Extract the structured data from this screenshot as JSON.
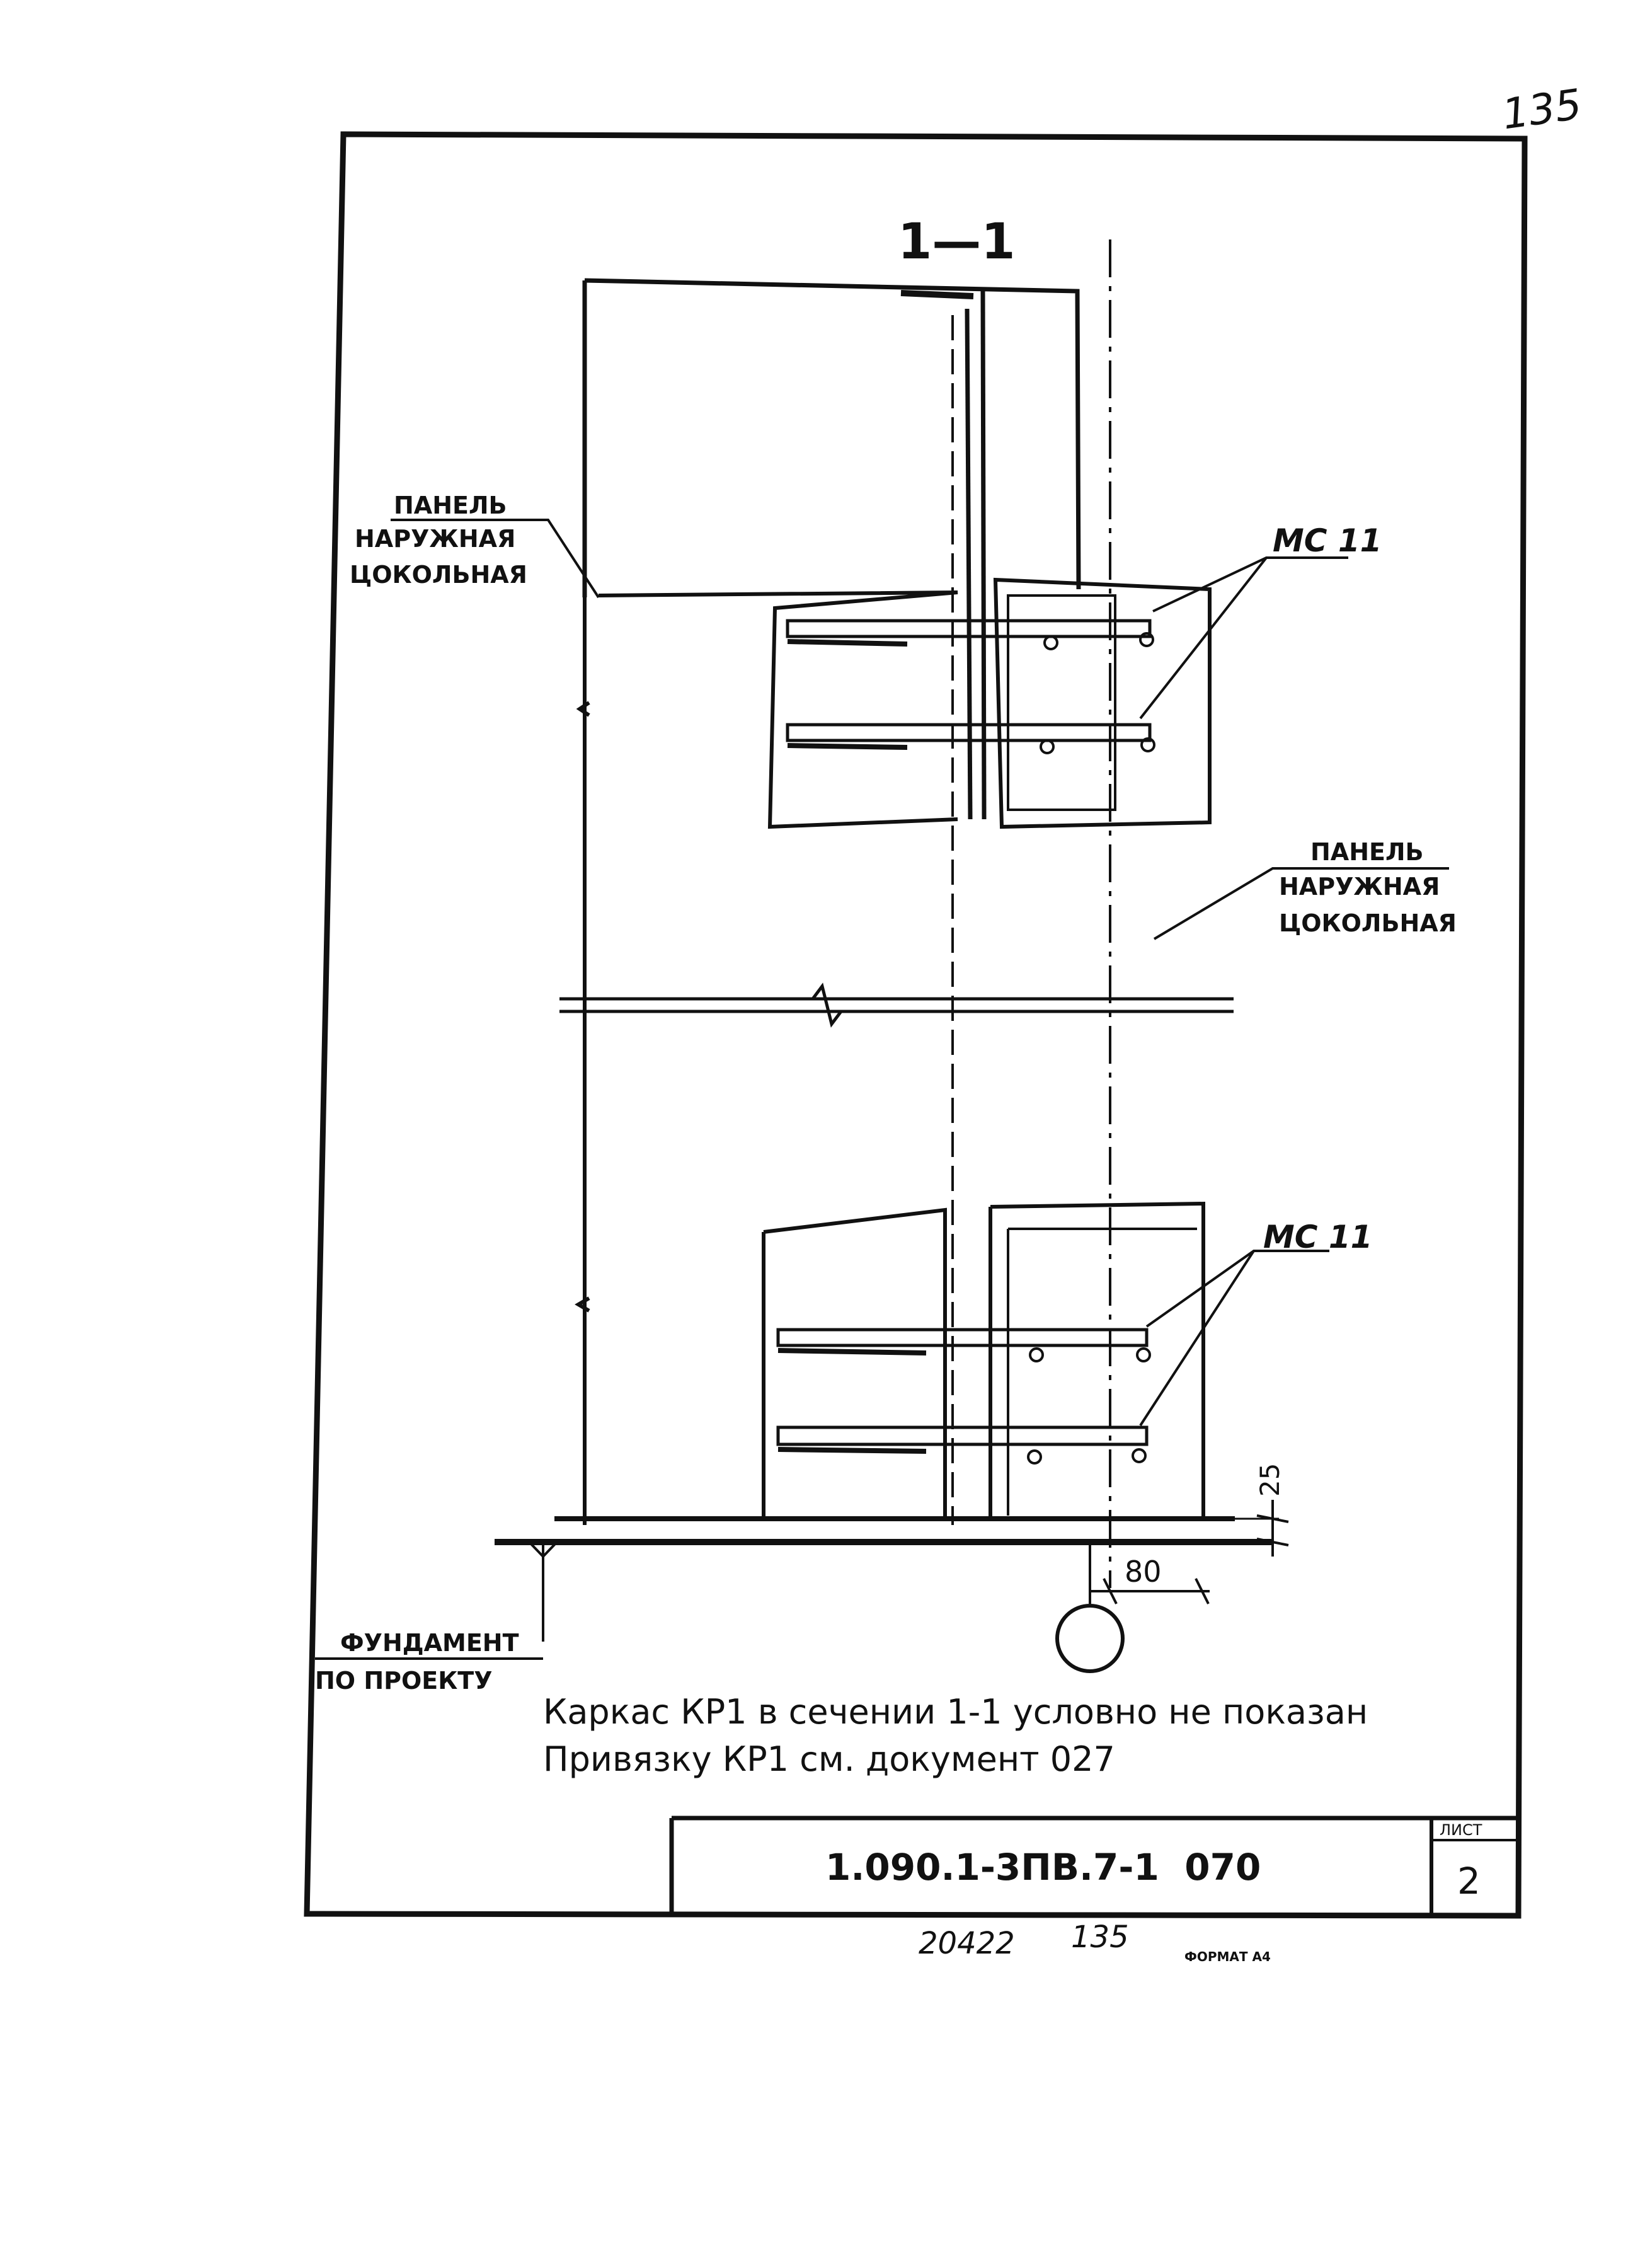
{
  "sheet_corner_number": "135",
  "section_title": "1—1",
  "labels": {
    "panel_upper": [
      "ПАНЕЛЬ",
      "НАРУЖНАЯ",
      "ЦОКОЛЬНАЯ"
    ],
    "panel_right": [
      "ПАНЕЛЬ",
      "НАРУЖНАЯ",
      "ЦОКОЛЬНАЯ"
    ],
    "mc_upper": "МС 11",
    "mc_lower": "МС 11",
    "foundation": [
      "ФУНДАМЕНТ",
      "ПО ПРОЕКТУ"
    ]
  },
  "dimensions": {
    "vertical": "25",
    "horizontal": "80"
  },
  "notes": [
    "Каркас КР1 в сечении 1-1 условно не показан",
    "Привязку КР1 см. документ 027"
  ],
  "title_block": {
    "designation": "1.090.1-3ПВ.7-1  070",
    "sheet_label": "ЛИСТ",
    "sheet_number": "2"
  },
  "footer": {
    "inventory": "20422",
    "page": "135",
    "format": "ФОРМАТ А4"
  }
}
